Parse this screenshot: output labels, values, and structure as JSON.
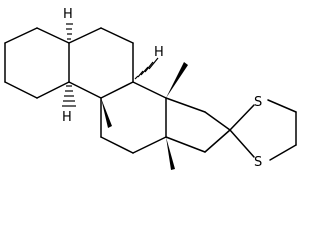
{
  "molecule": {
    "atom_labels": {
      "s_upper": "S",
      "s_lower": "S",
      "h_top_left": "H",
      "h_top_right": "H",
      "h_left_mid": "H"
    }
  }
}
